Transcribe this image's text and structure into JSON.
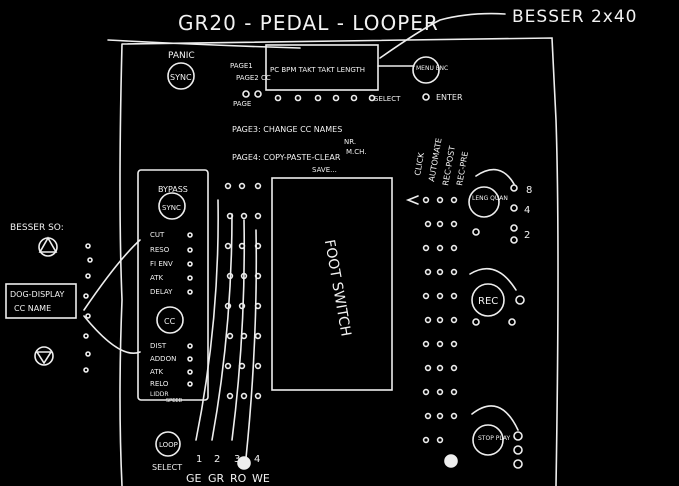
{
  "title": "GR20 - PEDAL - LOOPER",
  "note_top_right": "BESSER 2x40",
  "panic": {
    "label": "PANIC",
    "knob": "SYNC"
  },
  "menu": {
    "label": "MENU ENC"
  },
  "display": {
    "line1": "PC  BPM TAKT TAKT LENGTH",
    "page1": "PAGE1",
    "page2": "PAGE2 CC",
    "page_arrow": "PAGE",
    "select": "SELECT",
    "enter": "ENTER",
    "page3": "PAGE3: CHANGE CC NAMES",
    "page3_b": "NR.",
    "page3_c": "M.CH.",
    "page4": "PAGE4: COPY-PASTE-CLEAR",
    "page4_b": "SAVE..."
  },
  "left_panel": {
    "bypass": "BYPASS",
    "sync_knob": "SYNC",
    "labels": [
      "CUT",
      "RESO",
      "FI ENV",
      "ATK",
      "DELAY"
    ],
    "cc_knob": "CC",
    "labels2": [
      "DIST",
      "ADDON",
      "ATK",
      "RELO",
      "LIDDR",
      "SPEED"
    ]
  },
  "besser_so": "BESSER SO:",
  "oled_note": [
    "DOG-DISPLAY",
    "CC NAME"
  ],
  "footswitch": "FOOT SWITCH",
  "right_labels": [
    "CLICK",
    "AUTOMATE",
    "REC-POST",
    "REC-PRE"
  ],
  "length_knob": "LENG QUAN",
  "rec_knob": "REC",
  "stop_knob": "STOP PLAY",
  "counts": [
    "8",
    "4",
    "2"
  ],
  "loop_knob": "LOOP",
  "bottom_labels": [
    "SELECT",
    "1",
    "2",
    "3",
    "4",
    "GE",
    "GR",
    "RO",
    "WE"
  ]
}
